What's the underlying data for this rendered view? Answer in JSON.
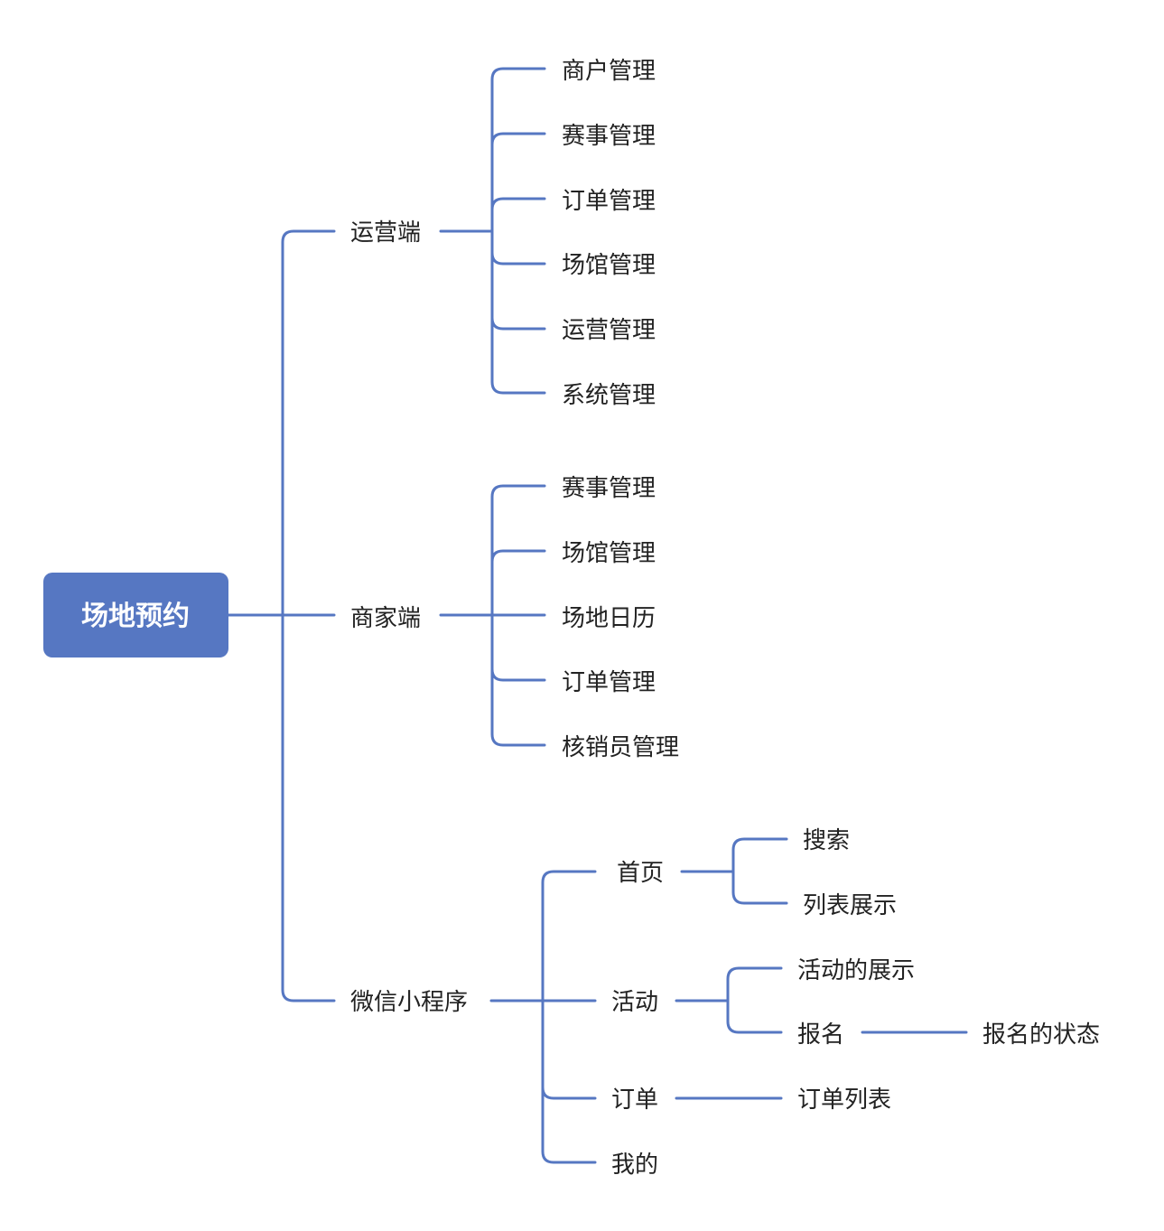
{
  "colors": {
    "line": "#5677c2",
    "root_fill": "#5677c2",
    "root_text": "#ffffff",
    "node_text": "#222222"
  },
  "mindmap": {
    "label": "场地预约",
    "children": [
      {
        "label": "运营端",
        "children": [
          {
            "label": "商户管理"
          },
          {
            "label": "赛事管理"
          },
          {
            "label": "订单管理"
          },
          {
            "label": "场馆管理"
          },
          {
            "label": "运营管理"
          },
          {
            "label": "系统管理"
          }
        ]
      },
      {
        "label": "商家端",
        "children": [
          {
            "label": "赛事管理"
          },
          {
            "label": "场馆管理"
          },
          {
            "label": "场地日历"
          },
          {
            "label": "订单管理"
          },
          {
            "label": "核销员管理"
          }
        ]
      },
      {
        "label": "微信小程序",
        "children": [
          {
            "label": "首页",
            "children": [
              {
                "label": "搜索"
              },
              {
                "label": "列表展示"
              }
            ]
          },
          {
            "label": "活动",
            "children": [
              {
                "label": "活动的展示"
              },
              {
                "label": "报名",
                "children": [
                  {
                    "label": "报名的状态"
                  }
                ]
              }
            ]
          },
          {
            "label": "订单",
            "children": [
              {
                "label": "订单列表"
              }
            ]
          },
          {
            "label": "我的"
          }
        ]
      }
    ]
  }
}
